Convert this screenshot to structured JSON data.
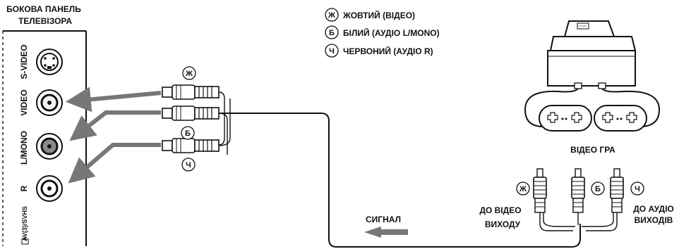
{
  "tv_panel": {
    "title_line1": "БОКОВА ПАНЕЛЬ",
    "title_line2": "ТЕЛЕВІЗОРА",
    "jacks": {
      "svideo": "S-VIDEO",
      "video": "VIDEO",
      "lmono": "L/MONO",
      "r": "R",
      "av": "AV(3)/SVHS"
    }
  },
  "legend": [
    {
      "symbol": "Ж",
      "text": "ЖОВТИЙ (ВІДЕО)"
    },
    {
      "symbol": "Б",
      "text": "БІЛИЙ (АУДІО L/MONO)"
    },
    {
      "symbol": "Ч",
      "text": "ЧЕРВОНИЙ (АУДІО R)"
    }
  ],
  "left_plug_symbols": {
    "top": "Ж",
    "middle": "Б",
    "bottom": "Ч"
  },
  "game": {
    "label": "ВІДЕО ГРА"
  },
  "right_plug_symbols": {
    "left": "Ж",
    "middle": "Б",
    "right": "Ч"
  },
  "video_out": {
    "line1": "ДО ВІДЕО",
    "line2": "ВИХОДУ"
  },
  "audio_out": {
    "line1": "ДО АУДІО",
    "line2": "ВИХОДІВ"
  },
  "signal_label": "СИГНАЛ"
}
